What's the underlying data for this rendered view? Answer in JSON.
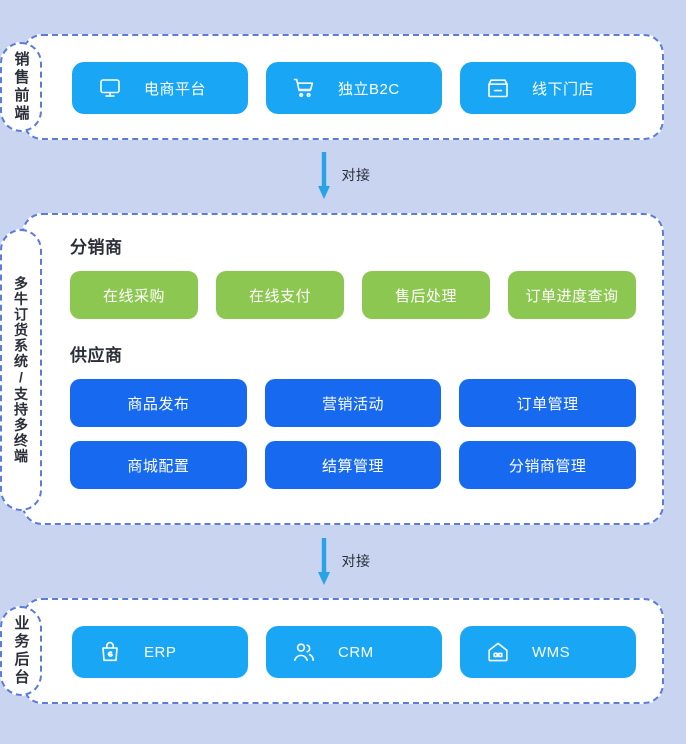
{
  "diagram": {
    "background_color": "#c9d4f0",
    "accent_cyan": "#18a6f5",
    "accent_blue": "#1769f0",
    "accent_green": "#8cc751",
    "dashed_border_color": "#5b7cd8"
  },
  "sections": {
    "front_end": {
      "side_label": "销售前端",
      "items": [
        {
          "label": "电商平台",
          "icon": "monitor-icon"
        },
        {
          "label": "独立B2C",
          "icon": "shopping-cart-icon"
        },
        {
          "label": "线下门店",
          "icon": "storefront-icon"
        }
      ]
    },
    "middle": {
      "side_label": "多牛订货系统/支持多终端",
      "distributor": {
        "title": "分销商",
        "items": [
          "在线采购",
          "在线支付",
          "售后处理",
          "订单进度查询"
        ]
      },
      "supplier": {
        "title": "供应商",
        "row1": [
          "商品发布",
          "营销活动",
          "订单管理"
        ],
        "row2": [
          "商城配置",
          "结算管理",
          "分销商管理"
        ]
      }
    },
    "back_office": {
      "side_label": "业务后台",
      "items": [
        {
          "label": "ERP",
          "icon": "shopping-bag-icon"
        },
        {
          "label": "CRM",
          "icon": "users-icon"
        },
        {
          "label": "WMS",
          "icon": "warehouse-icon"
        }
      ]
    }
  },
  "connectors": [
    {
      "caption": "对接",
      "direction": "down"
    },
    {
      "caption": "对接",
      "direction": "down"
    }
  ]
}
